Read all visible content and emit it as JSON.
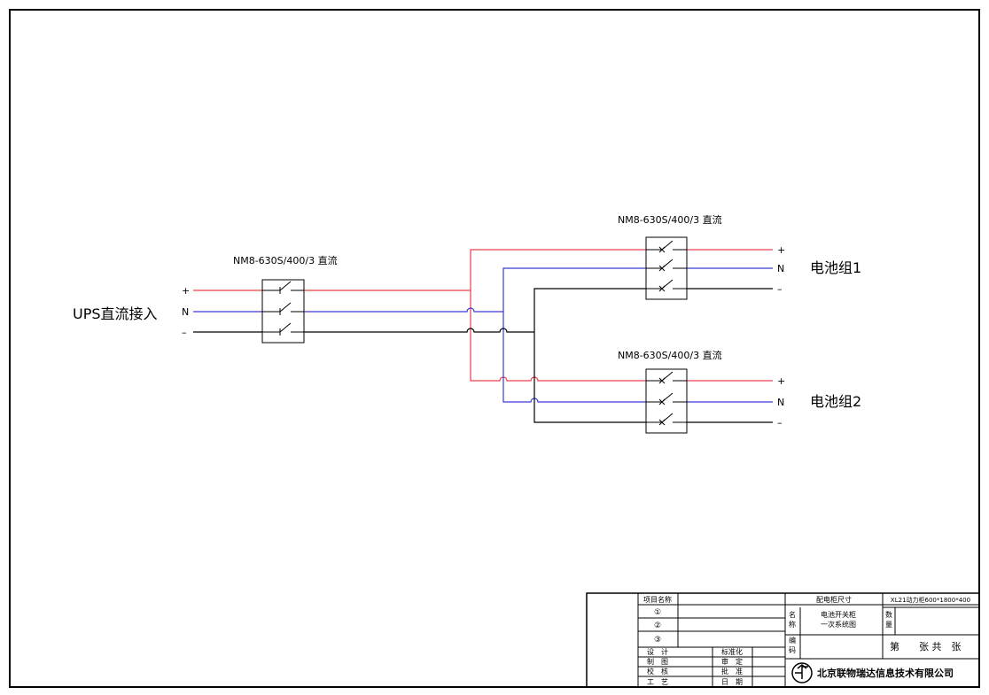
{
  "colors": {
    "positive": "#e8404a",
    "neutral": "#3a3ad8",
    "negative": "#000000"
  },
  "source": {
    "label": "UPS直流接入"
  },
  "polarity": {
    "plus": "+",
    "n": "N",
    "minus": "–"
  },
  "breakers": [
    {
      "model": "NM8-630S/400/3 直流"
    },
    {
      "model": "NM8-630S/400/3 直流"
    },
    {
      "model": "NM8-630S/400/3 直流"
    }
  ],
  "outputs": [
    {
      "label": "电池组1"
    },
    {
      "label": "电池组2"
    }
  ],
  "title_block": {
    "project_name_label": "项目名称",
    "rev1": "①",
    "rev2": "②",
    "rev3": "③",
    "design": "设　计",
    "draw": "制　图",
    "check": "校　核",
    "craft": "工　艺",
    "standard": "标准化",
    "review": "审　定",
    "approve": "批　准",
    "date": "日　期",
    "cabinet_size_label": "配电柜尺寸",
    "cabinet_size_value": "XL21动力柜600*1800*400",
    "name_label_1": "名",
    "name_label_2": "称",
    "drawing_name_1": "电池开关柜",
    "drawing_name_2": "一次系统图",
    "qty_label_1": "数",
    "qty_label_2": "量",
    "code_label_1": "编",
    "code_label_2": "码",
    "sheet_no": "第　　张 共　张",
    "company": "北京联物瑞达信息技术有限公司"
  }
}
